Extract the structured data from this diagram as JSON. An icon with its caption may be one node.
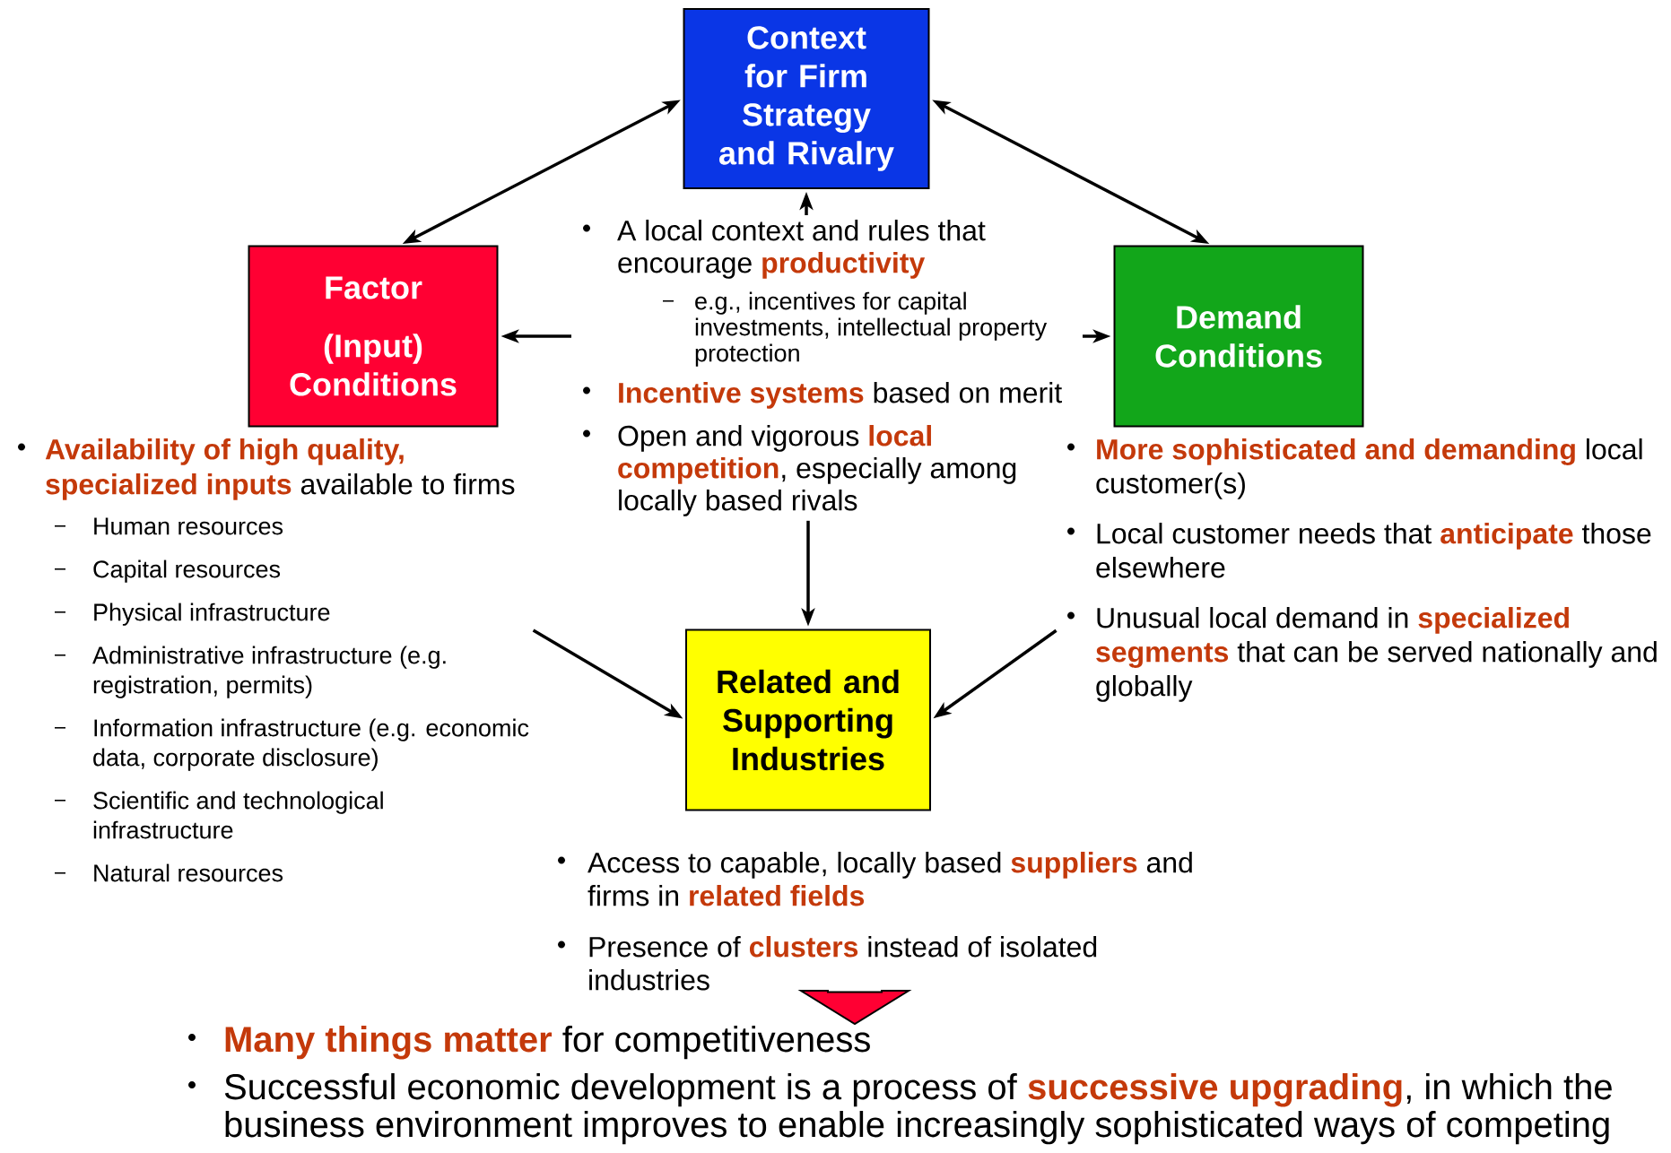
{
  "diagram": {
    "nodes": [
      {
        "text": [
          "Context for Firm Strategy and Rivalry"
        ]
      },
      {
        "text": [
          "Factor",
          "(Input) Conditions"
        ]
      },
      {
        "text": [
          "Demand Conditions"
        ]
      },
      {
        "text": [
          "Related and Supporting Industries"
        ]
      },
      {
        "text": [
          "A local context and rules that encourage **productivity**",
          "e.g., incentives for capital investments, intellectual property protection",
          "**Incentive systems** based on merit",
          "Open and vigorous **local competition**, especially among locally based rivals"
        ]
      },
      {
        "text": [
          "**Availability of high quality, specialized inputs** available to firms",
          "Human resources",
          "Capital resources",
          "Physical infrastructure",
          "Administrative infrastructure (e.g. registration, permits)",
          "Information infrastructure (e.g. economic data, corporate disclosure)",
          "Scientific and technological infrastructure",
          "Natural resources"
        ]
      },
      {
        "text": [
          "**More sophisticated and demanding** local customer(s)",
          "Local customer needs that **anticipate** those elsewhere",
          "Unusual local demand in **specialized segments** that can be served nationally and globally"
        ]
      },
      {
        "text": [
          "Access to capable, locally based **suppliers** and firms in **related fields**",
          "Presence of **clusters** instead of isolated industries"
        ]
      },
      {
        "text": [
          "**Many things matter** for competitiveness",
          "Successful economic development is a process of **successive upgrading**, in which the business environment improves to enable increasingly sophisticated ways of competing"
        ]
      }
    ],
    "edges": [
      {
        "from": 0,
        "to": 1,
        "arrow": "both"
      },
      {
        "from": 0,
        "to": 2,
        "arrow": "both"
      },
      {
        "from": 4,
        "to": 0,
        "arrow": "to"
      },
      {
        "from": 4,
        "to": 1,
        "arrow": "to"
      },
      {
        "from": 4,
        "to": 2,
        "arrow": "to"
      },
      {
        "from": 4,
        "to": 3,
        "arrow": "to"
      },
      {
        "from": 5,
        "to": 3,
        "arrow": "to"
      },
      {
        "from": 6,
        "to": 3,
        "arrow": "to"
      },
      {
        "from": 7,
        "to": 8,
        "arrow": "to",
        "style": "thick",
        "color": "#ff0033"
      }
    ]
  }
}
